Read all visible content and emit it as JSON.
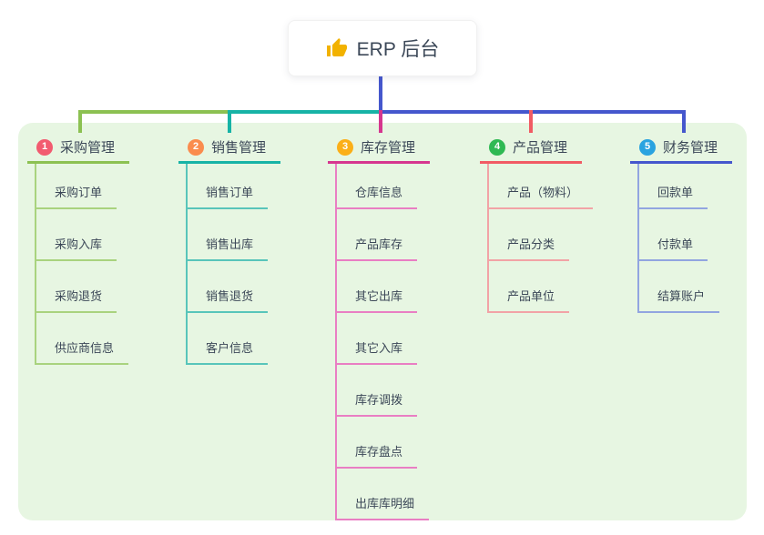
{
  "root": {
    "label": "ERP 后台",
    "icon_name": "thumbs-up-icon",
    "icon_color": "#f2b200",
    "stem_color": "#4557cd"
  },
  "canvas": {
    "background": "#ffffff",
    "panel_background": "#e7f6e2",
    "text_color": "#3c4858"
  },
  "branches": [
    {
      "index": "1",
      "label": "采购管理",
      "badge_color": "#f25b70",
      "line_color": "#8cc152",
      "child_line_color": "#a9d37e",
      "children": [
        "采购订单",
        "采购入库",
        "采购退货",
        "供应商信息"
      ]
    },
    {
      "index": "2",
      "label": "销售管理",
      "badge_color": "#fa8c4e",
      "line_color": "#17b3a6",
      "child_line_color": "#58c5ba",
      "children": [
        "销售订单",
        "销售出库",
        "销售退货",
        "客户信息"
      ]
    },
    {
      "index": "3",
      "label": "库存管理",
      "badge_color": "#fbaf18",
      "line_color": "#d6368f",
      "child_line_color": "#e97ec3",
      "children": [
        "仓库信息",
        "产品库存",
        "其它出库",
        "其它入库",
        "库存调拨",
        "库存盘点",
        "出库库明细"
      ]
    },
    {
      "index": "4",
      "label": "产品管理",
      "badge_color": "#2fb953",
      "line_color": "#f15b64",
      "child_line_color": "#f2a3a6",
      "children": [
        "产品（物料）",
        "产品分类",
        "产品单位"
      ]
    },
    {
      "index": "5",
      "label": "财务管理",
      "badge_color": "#2aa3e0",
      "line_color": "#4557cd",
      "child_line_color": "#92a5e0",
      "children": [
        "回款单",
        "付款单",
        "结算账户"
      ]
    }
  ]
}
